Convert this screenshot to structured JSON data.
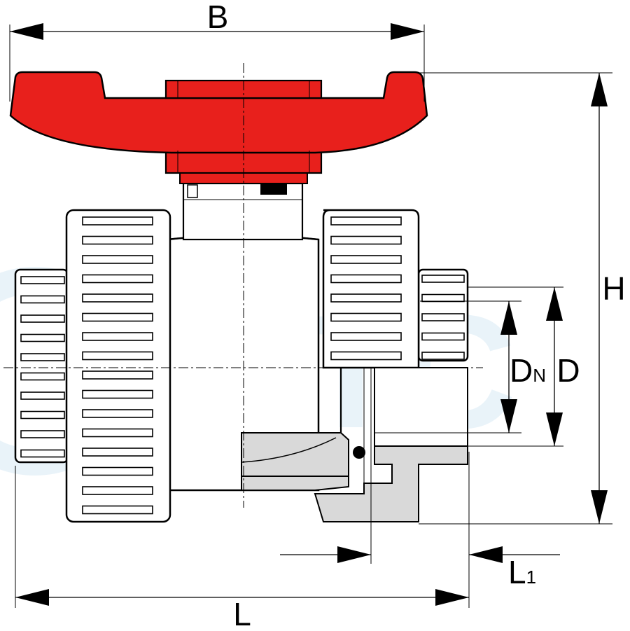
{
  "watermark": {
    "text": "HTC",
    "color": "#e6f1f8"
  },
  "dimensions": {
    "B": "B",
    "H": "H",
    "L": "L",
    "L1": {
      "main": "L",
      "sub": "1"
    },
    "DN": {
      "main": "D",
      "sub": "N"
    },
    "D": "D"
  },
  "colors": {
    "handle": "#e8201c",
    "section_fill": "#d9d9d9",
    "outline": "#000000"
  }
}
